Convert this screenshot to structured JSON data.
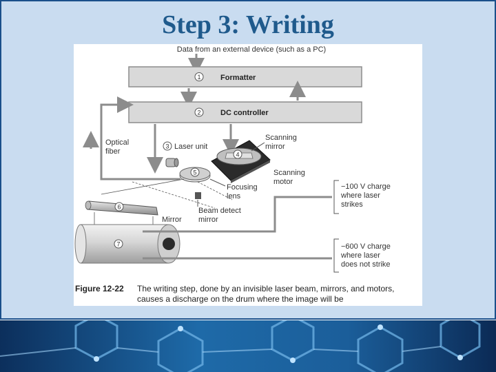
{
  "slide": {
    "title": "Step 3: Writing"
  },
  "figure": {
    "top_label": "Data from an external device (such as a PC)",
    "boxes": [
      {
        "number": "1",
        "label": "Formatter"
      },
      {
        "number": "2",
        "label": "DC controller"
      }
    ],
    "parts": [
      {
        "number": "3",
        "label": "Laser unit"
      },
      {
        "number": "4",
        "label": ""
      },
      {
        "number": "5",
        "label": ""
      },
      {
        "number": "6",
        "label": ""
      },
      {
        "number": "7",
        "label": ""
      }
    ],
    "labels": {
      "optical_fiber_line1": "Optical",
      "optical_fiber_line2": "fiber",
      "scanning_mirror_line1": "Scanning",
      "scanning_mirror_line2": "mirror",
      "scanning_motor_line1": "Scanning",
      "scanning_motor_line2": "motor",
      "focusing_lens_line1": "Focusing",
      "focusing_lens_line2": "lens",
      "beam_detect_line1": "Beam detect",
      "beam_detect_line2": "mirror",
      "mirror": "Mirror",
      "charge_struck_line1": "−100 V charge",
      "charge_struck_line2": "where laser",
      "charge_struck_line3": "strikes",
      "charge_unstruck_line1": "−600 V charge",
      "charge_unstruck_line2": "where laser",
      "charge_unstruck_line3": "does not strike"
    },
    "caption": {
      "number": "Figure 12-22",
      "line1": "The writing step, done by an invisible laser beam, mirrors, and motors,",
      "line2": "causes a discharge on the drum where the image will be"
    },
    "colors": {
      "box_fill": "#d9d9d9",
      "arrow": "#8c8c8c",
      "drum": "#cfcfcf",
      "title": "#1f5a8c"
    }
  }
}
